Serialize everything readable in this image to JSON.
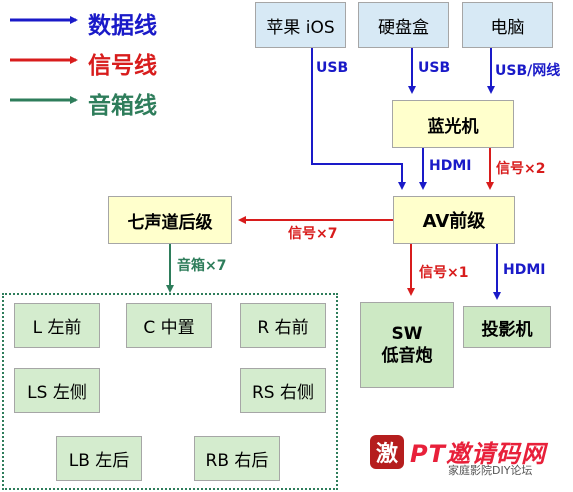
{
  "legend": {
    "data_line": "数据线",
    "signal_line": "信号线",
    "speaker_line": "音箱线"
  },
  "colors": {
    "data": "#1a1ac8",
    "signal": "#d81c1c",
    "speaker": "#2e7d5b"
  },
  "nodes": {
    "apple": "苹果 iOS",
    "hdd": "硬盘盒",
    "pc": "电脑",
    "bluray": "蓝光机",
    "av": "AV前级",
    "amp7": "七声道后级",
    "sw_line1": "SW",
    "sw_line2": "低音炮",
    "projector": "投影机"
  },
  "speakers": {
    "l": "L 左前",
    "c": "C 中置",
    "r": "R 右前",
    "ls": "LS 左侧",
    "rs": "RS 右侧",
    "lb": "LB 左后",
    "rb": "RB 右后"
  },
  "edge_labels": {
    "usb1": "USB",
    "usb2": "USB",
    "usb_net": "USB/网线",
    "hdmi1": "HDMI",
    "sig2": "信号×2",
    "sig7": "信号×7",
    "sig1": "信号×1",
    "hdmi2": "HDMI",
    "spk7": "音箱×7"
  },
  "watermark": {
    "seal": "激",
    "name": "PT邀请码网",
    "sub": "家庭影院DIY论坛"
  }
}
